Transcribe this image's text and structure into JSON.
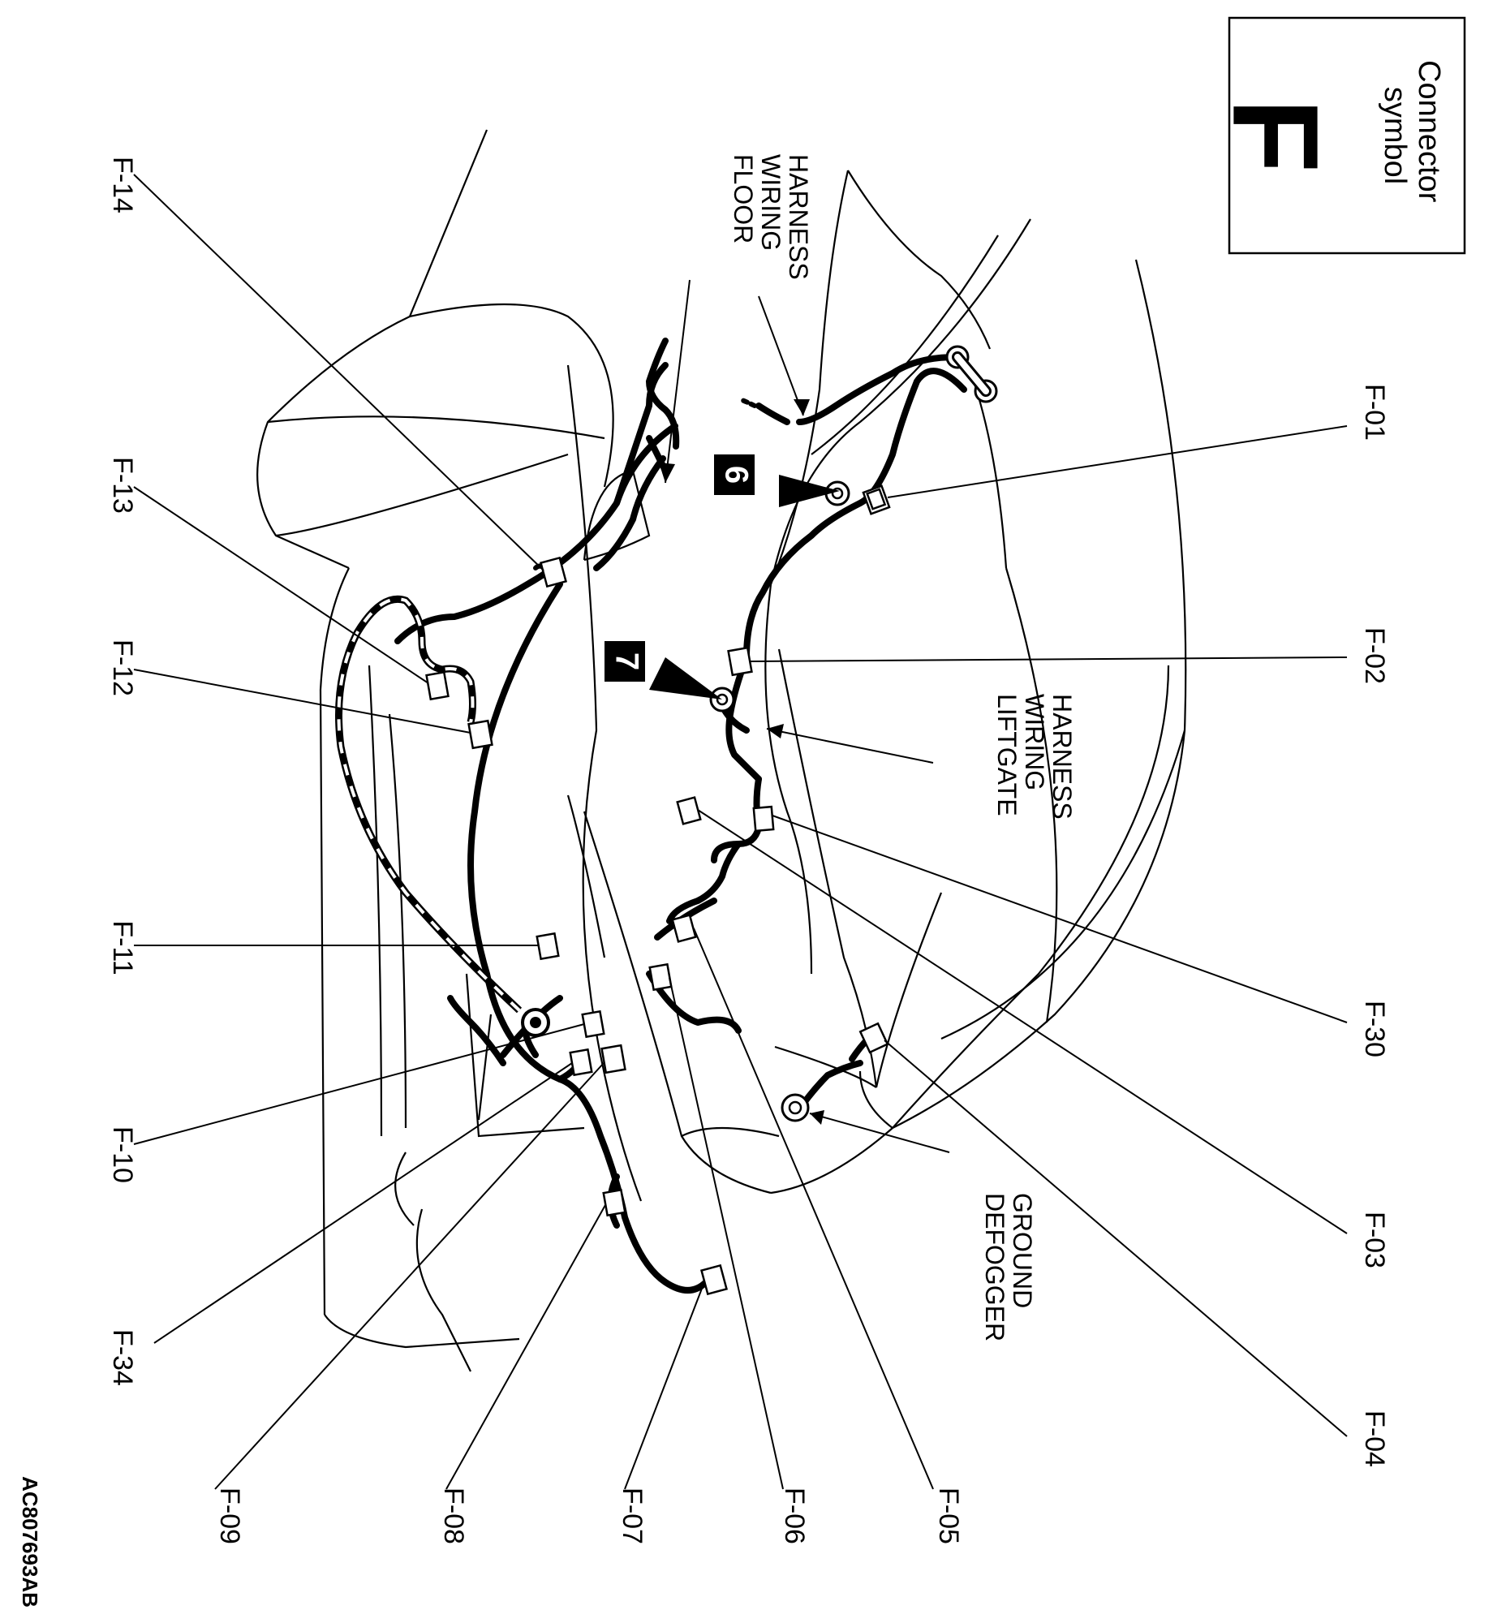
{
  "symbol_box": {
    "caption": "Connector\nsymbol",
    "letter": "F"
  },
  "document_code": "AC807693AB",
  "harness_labels": {
    "floor": "FLOOR\nWIRING\nHARNESS",
    "liftgate": "LIFTGATE\nWIRING\nHARNESS",
    "defogger": "DEFOGGER\nGROUND"
  },
  "ground_markers": {
    "g6": "6",
    "g7": "7"
  },
  "connectors": [
    "F-01",
    "F-02",
    "F-30",
    "F-03",
    "F-04",
    "F-14",
    "F-13",
    "F-12",
    "F-11",
    "F-10",
    "F-34",
    "F-09",
    "F-08",
    "F-07",
    "F-06",
    "F-05"
  ]
}
